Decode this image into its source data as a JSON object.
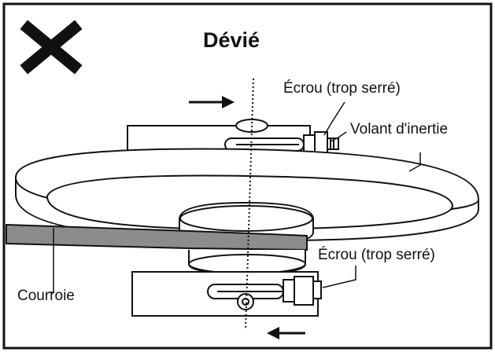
{
  "diagram": {
    "title": "Dévié",
    "status_icon": "cross-icon",
    "labels": {
      "nut_top": "Écrou (trop serré)",
      "flywheel": "Volant d'inertie",
      "nut_bottom": "Écrou (trop serré)",
      "belt": "Courroie"
    },
    "colors": {
      "line": "#111111",
      "belt": "#8c8c8c",
      "background": "#ffffff"
    }
  }
}
